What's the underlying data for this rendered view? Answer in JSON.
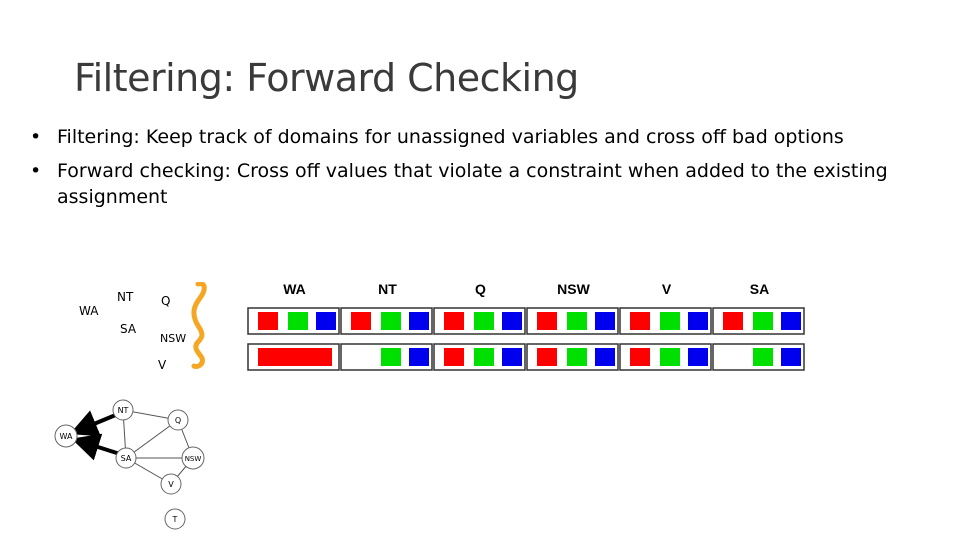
{
  "slide": {
    "title": "Filtering: Forward Checking",
    "bullets": [
      {
        "marker": "•",
        "text": "Filtering: Keep track of domains for unassigned variables and cross off bad options"
      },
      {
        "marker": "•",
        "text": "Forward checking: Cross off values that violate a constraint when added to the existing assignment"
      }
    ]
  },
  "map": {
    "labels": {
      "wa": "WA",
      "nt": "NT",
      "q": "Q",
      "sa": "SA",
      "nsw": "NSW",
      "v": "V"
    },
    "border_color": "#f5a623"
  },
  "domains": {
    "columns": [
      "WA",
      "NT",
      "Q",
      "NSW",
      "V",
      "SA"
    ],
    "colors": {
      "red": "#ff0000",
      "green": "#00e000",
      "blue": "#0000ee"
    },
    "rows": [
      {
        "cells": [
          [
            "red",
            "green",
            "blue"
          ],
          [
            "red",
            "green",
            "blue"
          ],
          [
            "red",
            "green",
            "blue"
          ],
          [
            "red",
            "green",
            "blue"
          ],
          [
            "red",
            "green",
            "blue"
          ],
          [
            "red",
            "green",
            "blue"
          ]
        ],
        "assigned": null
      },
      {
        "cells": [
          [
            "red"
          ],
          [
            "green",
            "blue"
          ],
          [
            "red",
            "green",
            "blue"
          ],
          [
            "red",
            "green",
            "blue"
          ],
          [
            "red",
            "green",
            "blue"
          ],
          [
            "green",
            "blue"
          ]
        ],
        "assigned": "WA"
      }
    ]
  },
  "graph": {
    "nodes": {
      "wa": "WA",
      "nt": "NT",
      "q": "Q",
      "sa": "SA",
      "nsw": "NSW",
      "v": "V",
      "t": "T"
    }
  }
}
